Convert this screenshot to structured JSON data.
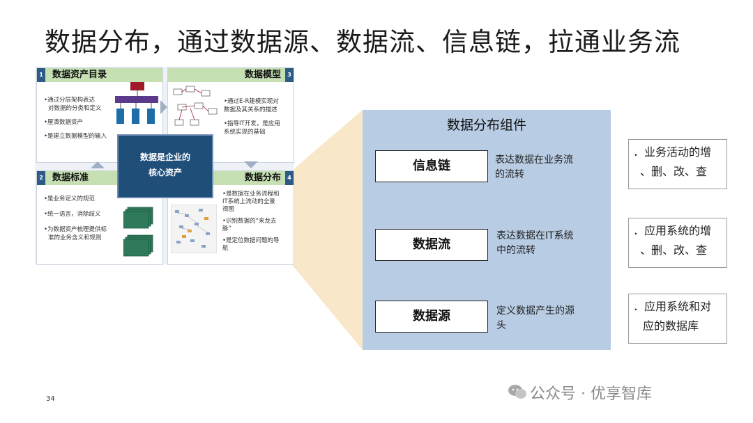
{
  "title": "数据分布，通过数据源、数据流、信息链，拉通业务流",
  "quadrants": {
    "q1": {
      "num": "1",
      "label": "数据资产目录",
      "bullets": [
        "•通过分层架构表达",
        "对数据的分类和定义",
        "•厘清数据资产",
        "•是建立数据模型的输入"
      ]
    },
    "q2": {
      "num": "2",
      "label": "数据标准",
      "bullets": [
        "•是业务定义的规范",
        "•统一语言，消除歧义",
        "•为数据资产梳理提供标",
        "准的业务含义和规则"
      ]
    },
    "q3": {
      "num": "3",
      "label": "数据模型",
      "bullets": [
        "•通过E-R建模实现对",
        "数据及其关系的描述",
        "•指导IT开发，是应用",
        "系统实现的基础"
      ]
    },
    "q4": {
      "num": "4",
      "label": "数据分布",
      "bullets": [
        "•是数据在业务流程和",
        "IT系统上流动的全景",
        "视图",
        "•识别数据的“来龙去",
        "脉”",
        "•是定位数据问题的导",
        "航"
      ]
    },
    "center_lines": [
      "数据是企业的",
      "核心资产"
    ]
  },
  "panel": {
    "title": "数据分布组件",
    "components": [
      {
        "label": "信息链",
        "desc": [
          "表达数据在业务流",
          "的流转"
        ],
        "right": [
          "．业务活动的增",
          "、删、改、查"
        ]
      },
      {
        "label": "数据流",
        "desc": [
          "表达数据在IT系统",
          "中的流转"
        ],
        "right": [
          "．应用系统的增",
          "、删、改、查"
        ]
      },
      {
        "label": "数据源",
        "desc": [
          "定义数据产生的源",
          "头"
        ],
        "right": [
          "．应用系统和对",
          "应的数据库"
        ]
      }
    ]
  },
  "footer": {
    "page": "34",
    "watermark": "公众号 · 优享智库"
  },
  "colors": {
    "panel_bg": "#b8cce4",
    "center_box": "#1f4e79",
    "quad_header": "#c6e0b4",
    "highlight": "#f9e7c9"
  }
}
